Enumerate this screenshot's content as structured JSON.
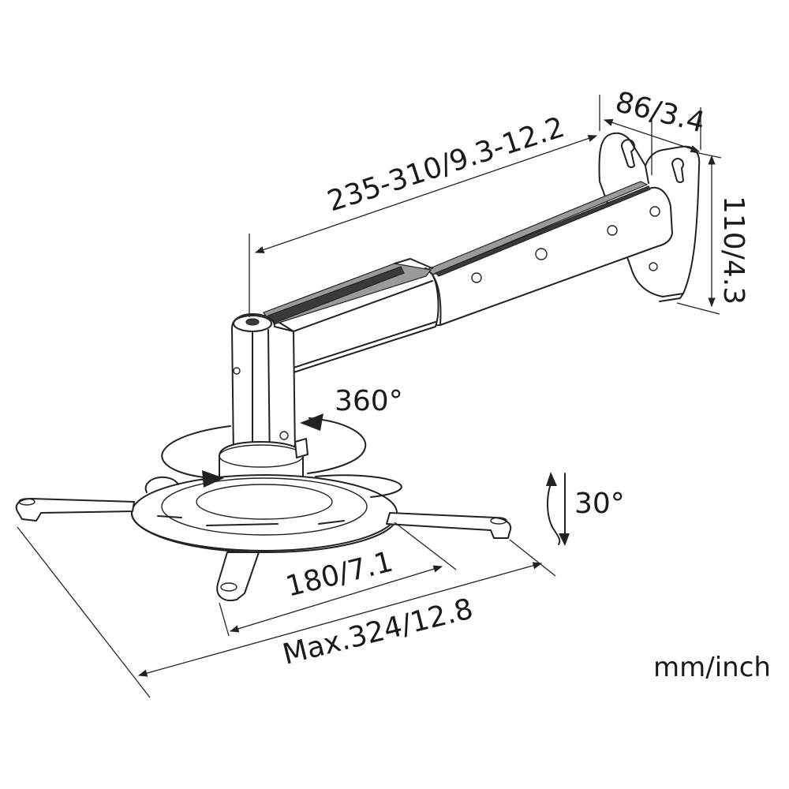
{
  "dimensions": {
    "arm_length": "235-310/9.3-12.2",
    "wall_plate_depth": "86/3.4",
    "wall_plate_height": "110/4.3",
    "plate_diameter": "180/7.1",
    "max_span": "Max.324/12.8"
  },
  "rotation": {
    "swivel": "360°",
    "tilt": "30°"
  },
  "units": "mm/inch",
  "colors": {
    "line": "#222222",
    "background": "#ffffff"
  }
}
